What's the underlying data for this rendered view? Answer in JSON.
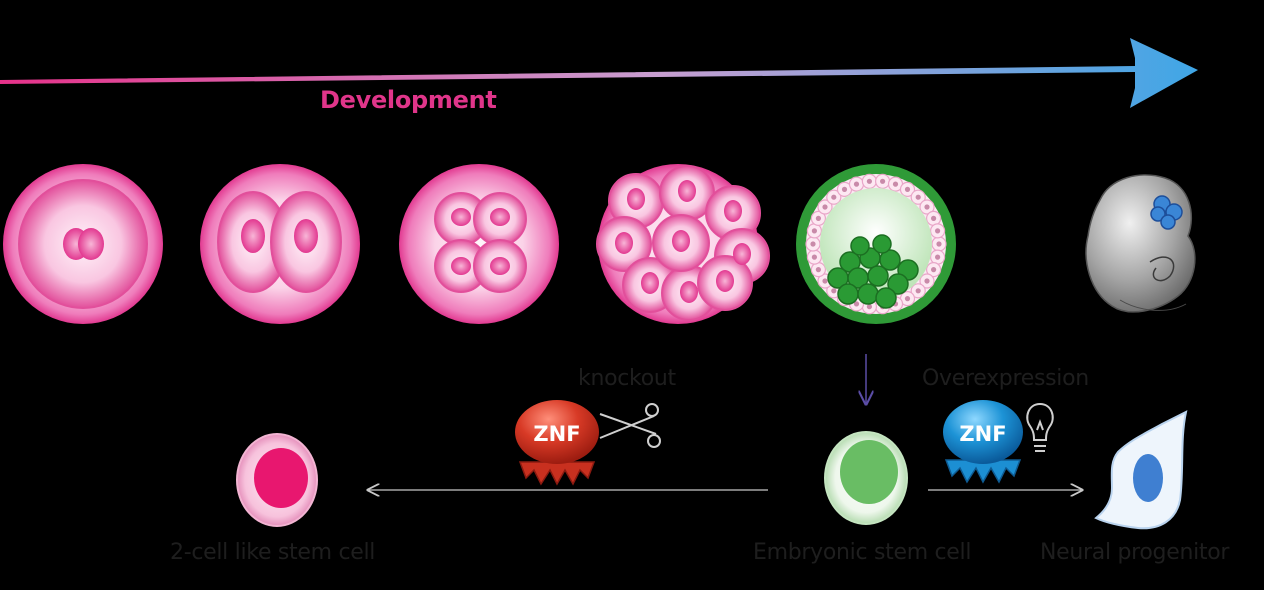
{
  "labels": {
    "development": "Development",
    "knockout": "knockout",
    "overexpression": "Overexpression",
    "two_cell": "2-cell like stem cell",
    "esc": "Embryonic stem cell",
    "neural": "Neural progenitor"
  },
  "protein": {
    "knockout_text": "ZNF",
    "overexpression_text": "ZNF"
  },
  "stages": [
    {
      "name": "zygote",
      "nuclei": 2
    },
    {
      "name": "2-cell",
      "nuclei": 2
    },
    {
      "name": "4-cell",
      "nuclei": 4
    },
    {
      "name": "morula",
      "nuclei": 9
    },
    {
      "name": "blastocyst"
    },
    {
      "name": "embryo"
    }
  ],
  "colors": {
    "magenta": "#e0358a",
    "pink_light": "#fbe6f1",
    "green": "#33a13b",
    "red_protein": "#c8301f",
    "blue_protein": "#1c8fd3",
    "arrow_blue": "#49a9e4"
  }
}
